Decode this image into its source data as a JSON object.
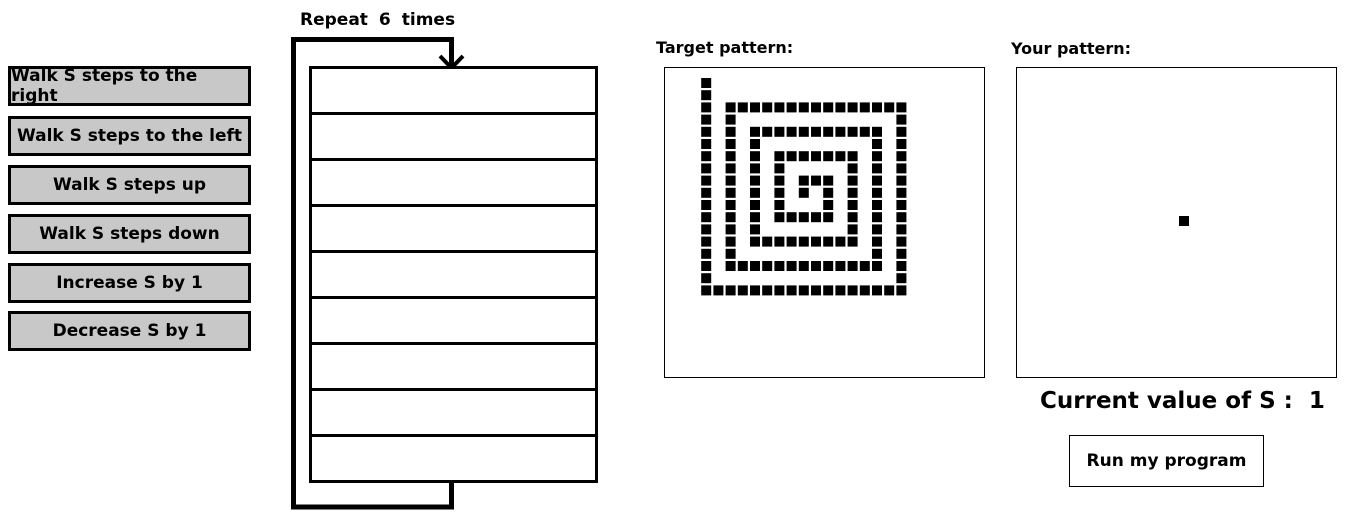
{
  "commands": [
    {
      "label": "Walk S steps to the right"
    },
    {
      "label": "Walk S steps to the left"
    },
    {
      "label": "Walk S steps up"
    },
    {
      "label": "Walk S steps down"
    },
    {
      "label": "Increase S by 1"
    },
    {
      "label": "Decrease S by 1"
    }
  ],
  "repeat": {
    "prefix": "Repeat",
    "count": "6",
    "suffix": "times",
    "slot_count": 9
  },
  "target": {
    "label": "Target pattern:",
    "start_cell": [
      1,
      0
    ],
    "moves": [
      [
        "down",
        17
      ],
      [
        "right",
        16
      ],
      [
        "up",
        15
      ],
      [
        "left",
        14
      ],
      [
        "down",
        13
      ],
      [
        "right",
        12
      ],
      [
        "up",
        11
      ],
      [
        "left",
        10
      ],
      [
        "down",
        9
      ],
      [
        "right",
        8
      ],
      [
        "up",
        7
      ],
      [
        "left",
        6
      ],
      [
        "down",
        5
      ],
      [
        "right",
        4
      ],
      [
        "up",
        3
      ],
      [
        "left",
        2
      ],
      [
        "down",
        1
      ]
    ],
    "grid_cols": 18,
    "grid_rows": 18
  },
  "yours": {
    "label": "Your pattern:"
  },
  "status": {
    "current_s_label": "Current value of S :",
    "current_s_value": "1"
  },
  "run_button": {
    "label": "Run my program"
  }
}
